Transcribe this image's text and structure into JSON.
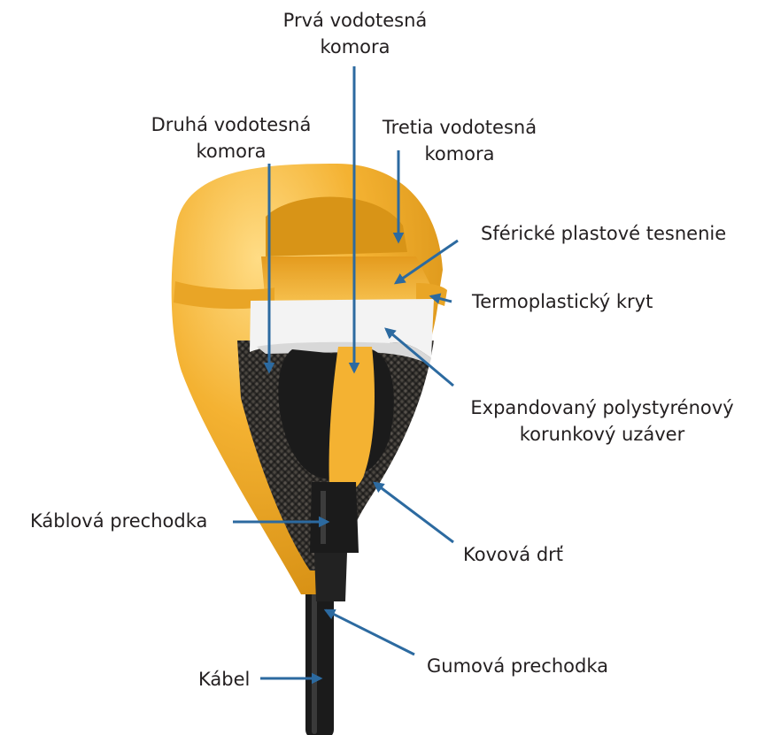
{
  "colors": {
    "background": "#ffffff",
    "float_yellow": "#f4b232",
    "float_shadow": "#d58e12",
    "float_highlight": "#ffdc85",
    "gasket_white": "#f3f3f3",
    "granules": "#2a2826",
    "black_parts": "#1b1b1b",
    "arrow_blue": "#2c6aa0",
    "label_text": "#231f20"
  },
  "labels": {
    "prva_komora": [
      "Prvá vodotesná",
      "komora"
    ],
    "druha_komora": [
      "Druhá vodotesná",
      "komora"
    ],
    "tretia_komora": [
      "Tretia vodotesná",
      "komora"
    ],
    "sfericke_tesnenie": "Sférické plastové tesnenie",
    "termoplasticky_kryt": "Termoplastický kryt",
    "polystyren_uzaver": [
      "Expandovaný polystyrénový",
      "korunkový uzáver"
    ],
    "kablova_prechodka": "Káblová prechodka",
    "kovova_drt": "Kovová drť",
    "gumova_prechodka": "Gumová prechodka",
    "kabel": "Kábel"
  }
}
